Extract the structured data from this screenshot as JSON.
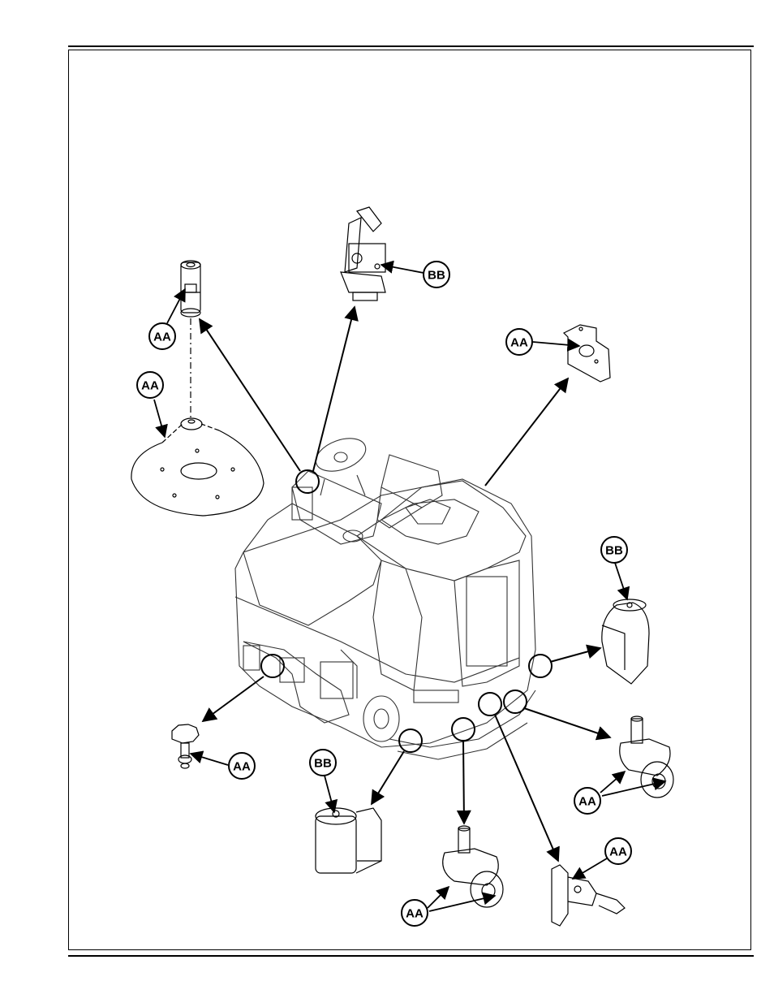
{
  "callouts": {
    "aa_1": "AA",
    "aa_2": "AA",
    "aa_3": "AA",
    "aa_4": "AA",
    "aa_5": "AA",
    "aa_6": "AA",
    "aa_7": "AA",
    "bb_1": "BB",
    "bb_2": "BB",
    "bb_3": "BB"
  },
  "colors": {
    "line": "#000000",
    "background": "#ffffff"
  }
}
